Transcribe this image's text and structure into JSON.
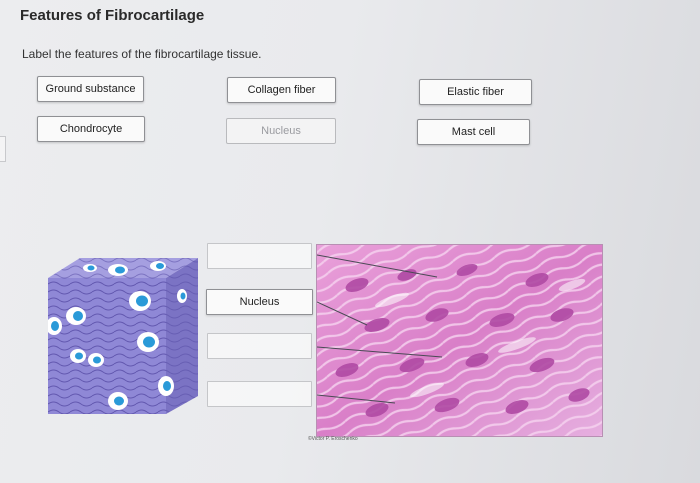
{
  "header": {
    "title": "Features of Fibrocartilage",
    "instructions": "Label the features of the fibrocartilage tissue."
  },
  "label_bank": [
    {
      "label": "Ground substance",
      "state": "available"
    },
    {
      "label": "Collagen fiber",
      "state": "available"
    },
    {
      "label": "Elastic fiber",
      "state": "available"
    },
    {
      "label": "Chondrocyte",
      "state": "available"
    },
    {
      "label": "Nucleus",
      "state": "placed"
    },
    {
      "label": "Mast cell",
      "state": "available"
    }
  ],
  "drop_targets": [
    {
      "value": ""
    },
    {
      "value": "Nucleus"
    },
    {
      "value": ""
    },
    {
      "value": ""
    }
  ],
  "figure": {
    "credit": "©Victor P. Eroschenko"
  },
  "colors": {
    "cube_face": "#8f88d6",
    "micro_background": "#d97fc8",
    "nucleus": "#b04aa4"
  }
}
